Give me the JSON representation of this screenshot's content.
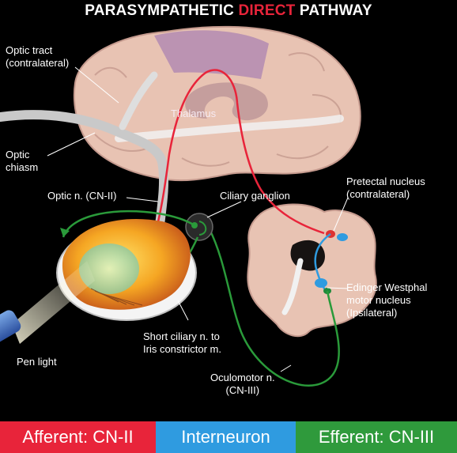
{
  "title": {
    "part1": "PARASYMPATHETIC ",
    "highlight": "DIRECT",
    "part2": " PATHWAY"
  },
  "labels": {
    "optic_tract": "Optic tract",
    "optic_tract_side": "(contralateral)",
    "thalamus": "Thalamus",
    "optic_chiasm_1": "Optic",
    "optic_chiasm_2": "chiasm",
    "optic_nerve": "Optic n. (CN-II)",
    "ciliary_ganglion": "Ciliary ganglion",
    "pretectal_1": "Pretectal nucleus",
    "pretectal_2": "(contralateral)",
    "ew_1": "Edinger Westphal",
    "ew_2": "motor nucleus",
    "ew_3": "(Ipsilateral)",
    "short_ciliary_1": "Short ciliary n. to",
    "short_ciliary_2": "Iris constrictor m.",
    "pen_light": "Pen light",
    "oculomotor_1": "Oculomotor n.",
    "oculomotor_2": "(CN-III)"
  },
  "legend": [
    {
      "label": "Afferent: CN-II",
      "color": "#e8243a"
    },
    {
      "label": "Interneuron",
      "color": "#2f9be0"
    },
    {
      "label": "Efferent: CN-III",
      "color": "#2f9a3c"
    }
  ],
  "colors": {
    "afferent": "#e8243a",
    "interneuron": "#2f9be0",
    "efferent": "#2a9a3a",
    "brain": "#e8c3b3",
    "brain_dark": "#c59a8e",
    "thalamus": "#b38bb1"
  }
}
